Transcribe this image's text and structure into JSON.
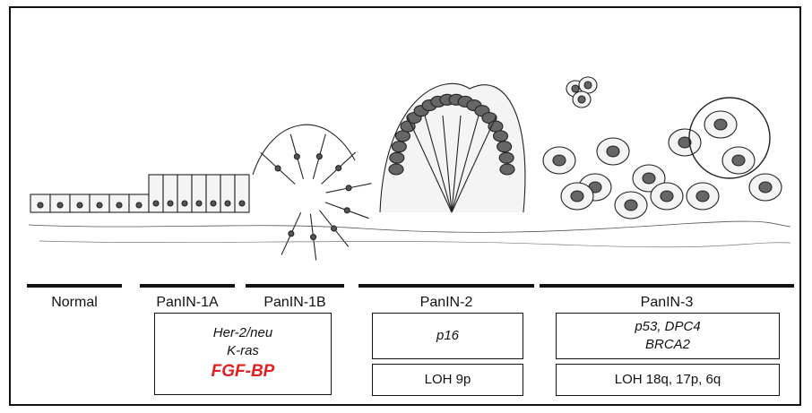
{
  "stages": [
    {
      "id": "normal",
      "label": "Normal"
    },
    {
      "id": "panin1a",
      "label": "PanIN-1A"
    },
    {
      "id": "panin1b",
      "label": "PanIN-1B"
    },
    {
      "id": "panin2",
      "label": "PanIN-2"
    },
    {
      "id": "panin3",
      "label": "PanIN-3"
    }
  ],
  "boxes": {
    "panin1": {
      "lines": [
        "Her-2/neu",
        "K-ras"
      ],
      "highlight": "FGF-BP",
      "highlight_color": "#e02020"
    },
    "panin2_top": {
      "text": "p16"
    },
    "panin2_bottom": {
      "text": "LOH 9p"
    },
    "panin3_top": {
      "lines": [
        "p53, DPC4",
        "BRCA2"
      ]
    },
    "panin3_bottom": {
      "text": "LOH 18q, 17p, 6q"
    }
  },
  "colors": {
    "line": "#111111",
    "highlight": "#e02020",
    "cell_fill": "#f4f4f4"
  }
}
